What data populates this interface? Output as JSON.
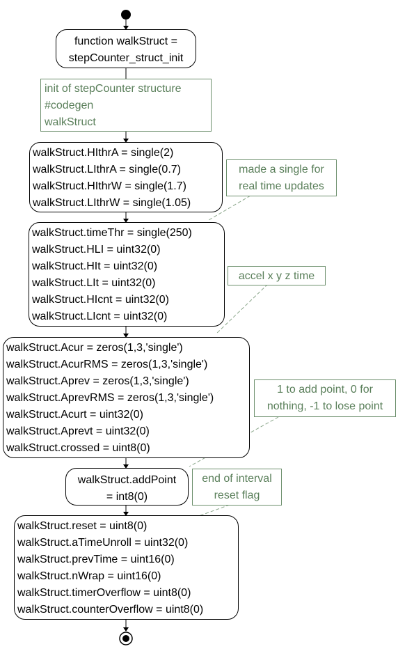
{
  "colors": {
    "line": "#000000",
    "note_border": "#6b8e6b",
    "note_text": "#5a7f5a",
    "note_link": "#8aa68a"
  },
  "nodes": {
    "func": [
      "function walkStruct =",
      "stepCounter_struct_init"
    ],
    "thresholds": [
      "walkStruct.HIthrA = single(2)",
      "walkStruct.LIthrA = single(0.7)",
      "walkStruct.HIthrW = single(1.7)",
      "walkStruct.LIthrW = single(1.05)"
    ],
    "timing": [
      "walkStruct.timeThr = single(250)",
      "walkStruct.HLI = uint32(0)",
      "walkStruct.HIt = uint32(0)",
      "walkStruct.LIt = uint32(0)",
      "walkStruct.HIcnt = uint32(0)",
      "walkStruct.LIcnt = uint32(0)"
    ],
    "accel": [
      "walkStruct.Acur = zeros(1,3,'single')",
      "walkStruct.AcurRMS = zeros(1,3,'single')",
      "walkStruct.Aprev = zeros(1,3,'single')",
      "walkStruct.AprevRMS = zeros(1,3,'single')",
      "walkStruct.Acurt = uint32(0)",
      "walkStruct.Aprevt = uint32(0)",
      "walkStruct.crossed = uint8(0)"
    ],
    "addpoint": [
      "walkStruct.addPoint",
      "= int8(0)"
    ],
    "reset": [
      "walkStruct.reset = uint8(0)",
      "walkStruct.aTimeUnroll = uint32(0)",
      "walkStruct.prevTime = uint16(0)",
      "walkStruct.nWrap = uint16(0)",
      "walkStruct.timerOverflow = uint8(0)",
      "walkStruct.counterOverflow = uint8(0)"
    ]
  },
  "notes": {
    "init": [
      "init of stepCounter structure",
      "#codegen",
      "walkStruct"
    ],
    "single": [
      "made a single for",
      "real time updates"
    ],
    "accel": [
      "accel x y z time"
    ],
    "point": [
      "1 to add point, 0 for",
      "nothing, -1 to lose point"
    ],
    "interval": [
      "end of interval",
      "reset flag"
    ]
  }
}
